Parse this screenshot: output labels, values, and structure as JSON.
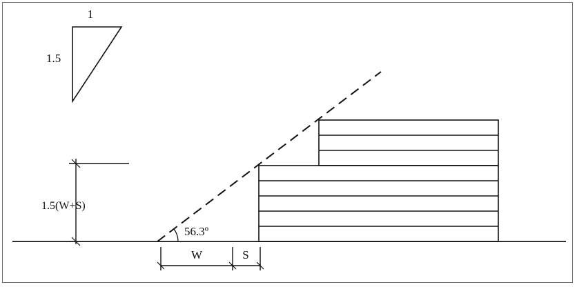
{
  "diagram": {
    "slope_ratio": {
      "run_label": "1",
      "rise_label": "1.5"
    },
    "height_label": "1.5(W+S)",
    "angle_label": "56.3º",
    "width_label": "W",
    "spacing_label": "S",
    "stack_rows": {
      "lower_tier": 5,
      "upper_tier": 3
    }
  }
}
